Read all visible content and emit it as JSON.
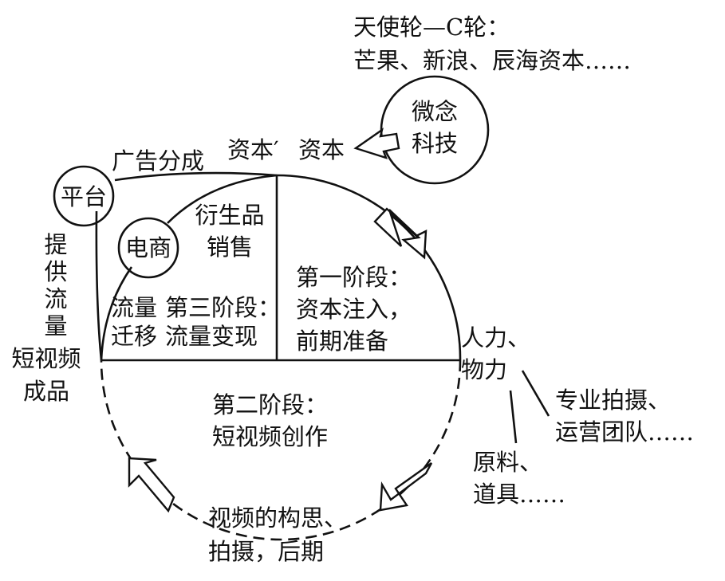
{
  "diagram": {
    "investors": {
      "line1": "天使轮—C轮：",
      "line2": "芒果、新浪、辰海资本……"
    },
    "company": {
      "line1": "微念",
      "line2": "科技"
    },
    "capital_prime": "资本′",
    "capital": "资本",
    "ad_share": "广告分成",
    "platform": "平台",
    "ecommerce": "电商",
    "provide_traffic": "提供流量",
    "short_video_product": {
      "line1": "短视频",
      "line2": "成品"
    },
    "derivative_sales": {
      "line1": "衍生品",
      "line2": "销售"
    },
    "traffic_migration": {
      "line1": "流量",
      "line2": "迁移"
    },
    "stage3": {
      "line1": "第三阶段：",
      "line2": "流量变现"
    },
    "stage1": {
      "line1": "第一阶段：",
      "line2": "资本注入，",
      "line3": "前期准备"
    },
    "stage2": {
      "line1": "第二阶段：",
      "line2": "短视频创作"
    },
    "manpower": {
      "line1": "人力、",
      "line2": "物力"
    },
    "team": {
      "line1": "专业拍摄、",
      "line2": "运营团队……"
    },
    "materials": {
      "line1": "原料、",
      "line2": "道具……"
    },
    "process": {
      "line1": "视频的构思、",
      "line2": "拍摄，后期"
    }
  }
}
